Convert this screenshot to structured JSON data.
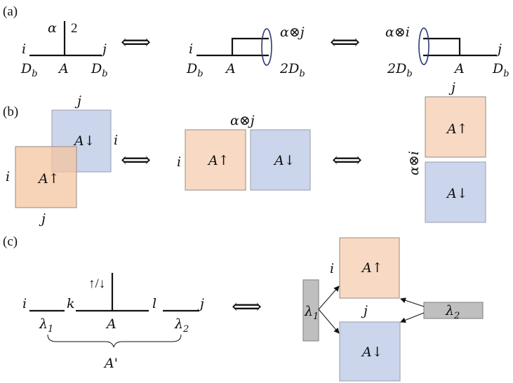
{
  "panels": {
    "a": "(a)",
    "b": "(b)",
    "c": "(c)"
  },
  "symbols": {
    "equiv": "⟺",
    "otimes": "⊗"
  },
  "a": {
    "t1": {
      "alpha": "α",
      "two": "2",
      "i": "i",
      "j": "j",
      "Db_left": "D",
      "A": "A",
      "Db_right": "D",
      "sub_b": "b"
    },
    "t2": {
      "alpha_j": "α⊗j",
      "i": "i",
      "Db": "D",
      "A": "A",
      "twoDb": "2D",
      "sub_b": "b"
    },
    "t3": {
      "alpha_i": "α⊗i",
      "j": "j",
      "twoDb": "2D",
      "A": "A",
      "Db": "D",
      "sub_b": "b"
    }
  },
  "b": {
    "s1": {
      "j_top": "j",
      "i_right": "i",
      "i_left": "i",
      "j_bottom": "j",
      "A_down": "A↓",
      "A_up": "A↑"
    },
    "s2": {
      "alpha_j": "α⊗j",
      "i": "i",
      "A_up": "A↑",
      "A_down": "A↓"
    },
    "s3": {
      "j": "j",
      "alpha_i": "α⊗i",
      "A_up": "A↑",
      "A_down": "A↓"
    }
  },
  "c": {
    "left": {
      "updown": "↑/↓",
      "i": "i",
      "k": "k",
      "l": "l",
      "j": "j",
      "lambda1": "λ",
      "A": "A",
      "lambda2": "λ",
      "Aprime": "A'",
      "sub1": "1",
      "sub2": "2"
    },
    "right": {
      "i": "i",
      "j": "j",
      "A_up": "A↑",
      "A_down": "A↓",
      "lambda1": "λ",
      "lambda2": "λ",
      "sub1": "1",
      "sub2": "2"
    }
  },
  "colors": {
    "up_block": "#f8d9c3",
    "down_block": "#cbd5ec",
    "lambda_block": "#bfbfbf",
    "ellipse": "#2a3a6b"
  }
}
